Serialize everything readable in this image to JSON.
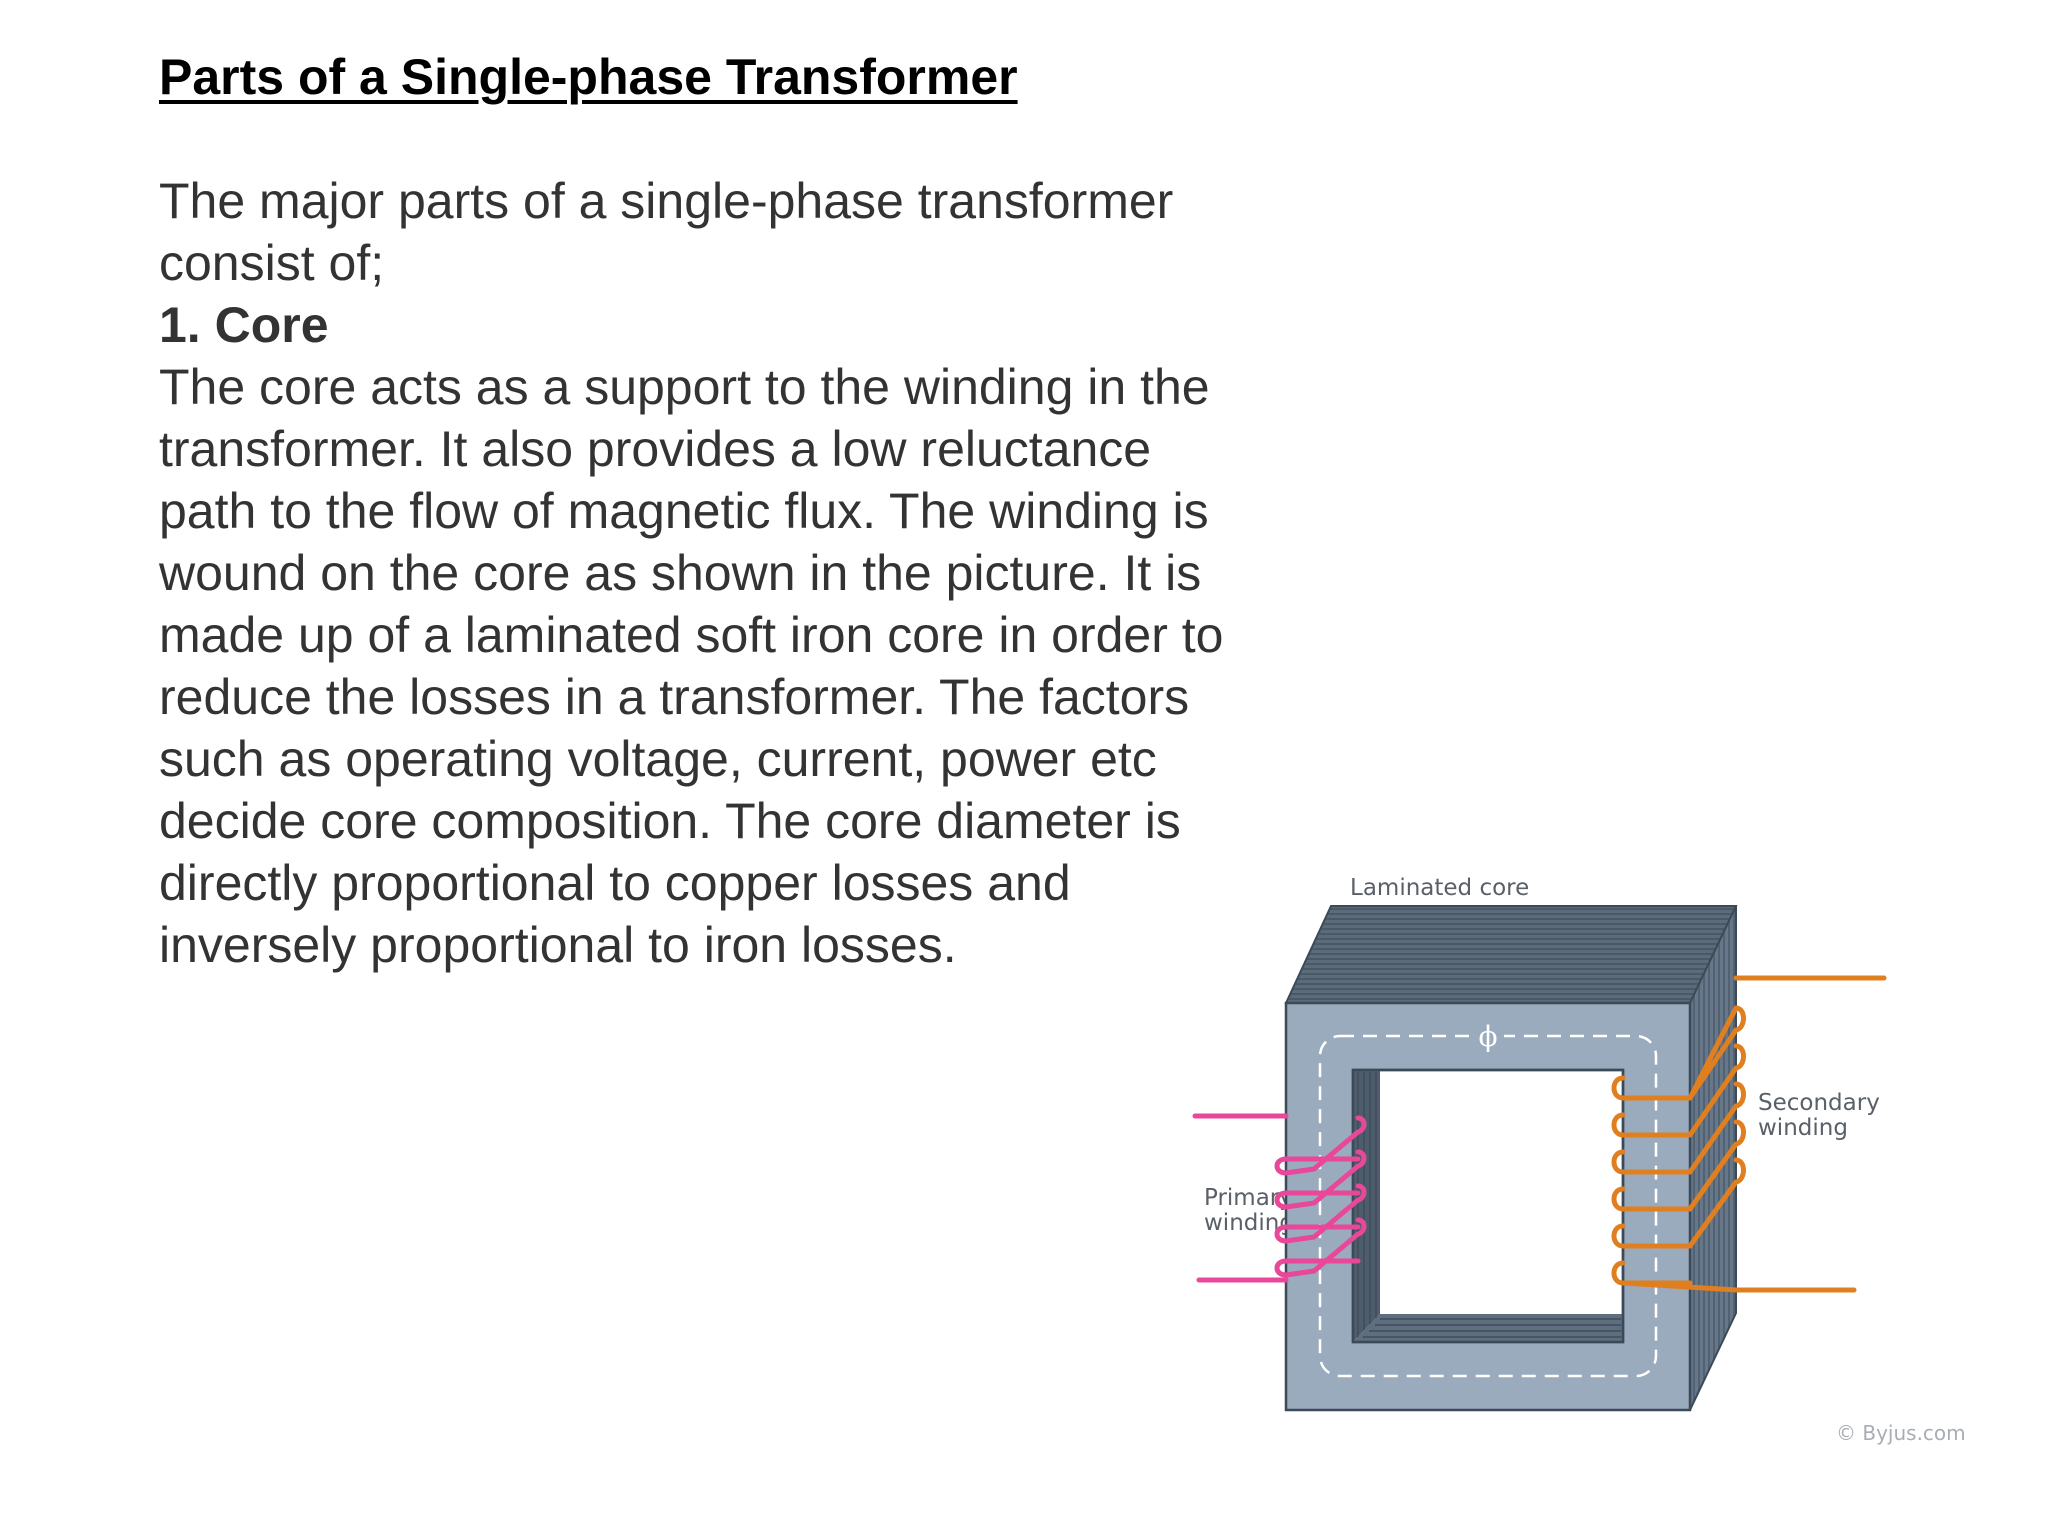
{
  "document": {
    "title": "Parts of a Single-phase Transformer",
    "intro_line1": "The major parts of a single-phase transformer",
    "intro_line2": "consist of;",
    "section_heading": "1. Core",
    "paragraph_lines": [
      "The core acts as a support to the winding in the",
      "transformer. It also provides a low reluctance",
      "path to the flow of magnetic flux. The winding is",
      "wound on the core as shown in the picture. It is",
      "made up of a laminated soft iron core in order to",
      "reduce the losses in a transformer. The factors",
      "such as operating voltage, current, power etc",
      "decide core composition. The core diameter is",
      "directly proportional to copper losses and",
      "inversely proportional to iron losses."
    ]
  },
  "figure": {
    "label_core": "Laminated core",
    "label_flux": "ϕ",
    "label_primary_line1": "Primary",
    "label_primary_line2": "winding",
    "label_secondary_line1": "Secondary",
    "label_secondary_line2": "winding",
    "credit": "© Byjus.com",
    "colors": {
      "core_front": "#9aabbd",
      "core_dark": "#536373",
      "primary_winding": "#e8479a",
      "secondary_winding": "#e07f1f",
      "flux_path": "#ffffff"
    }
  }
}
